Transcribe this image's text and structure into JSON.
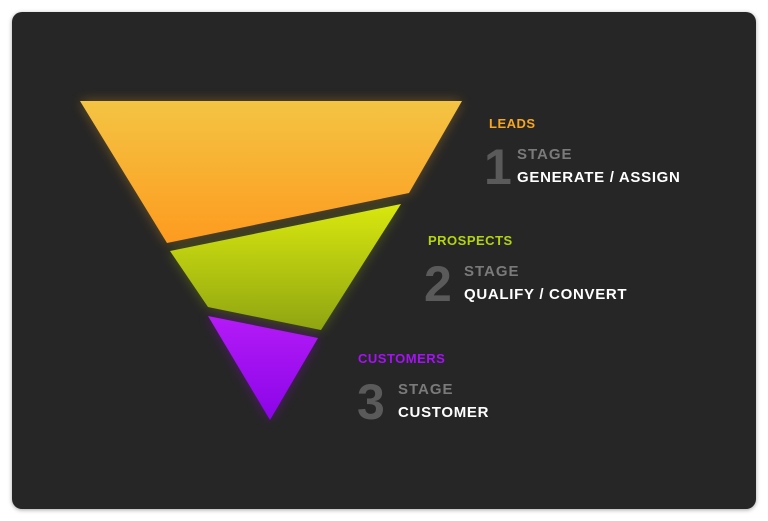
{
  "stages": [
    {
      "category": "LEADS",
      "number": "1",
      "stage_label": "STAGE",
      "description": "GENERATE / ASSIGN",
      "color": "#f5a623",
      "gradient_top": "#f4c443",
      "gradient_bottom": "#fd9b1f"
    },
    {
      "category": "PROSPECTS",
      "number": "2",
      "stage_label": "STAGE",
      "description": "QUALIFY / CONVERT",
      "color": "#b5d40c",
      "gradient_top": "#d9e80e",
      "gradient_bottom": "#8fa512"
    },
    {
      "category": "CUSTOMERS",
      "number": "3",
      "stage_label": "STAGE",
      "description": "CUSTOMER",
      "color": "#a611f5",
      "gradient_top": "#b41bf7",
      "gradient_bottom": "#8a05e8"
    }
  ],
  "colors": {
    "background": "#ffffff",
    "card": "#262626",
    "number": "#5a5a5a",
    "stage_label": "#7a7a7a",
    "description": "#ffffff"
  }
}
